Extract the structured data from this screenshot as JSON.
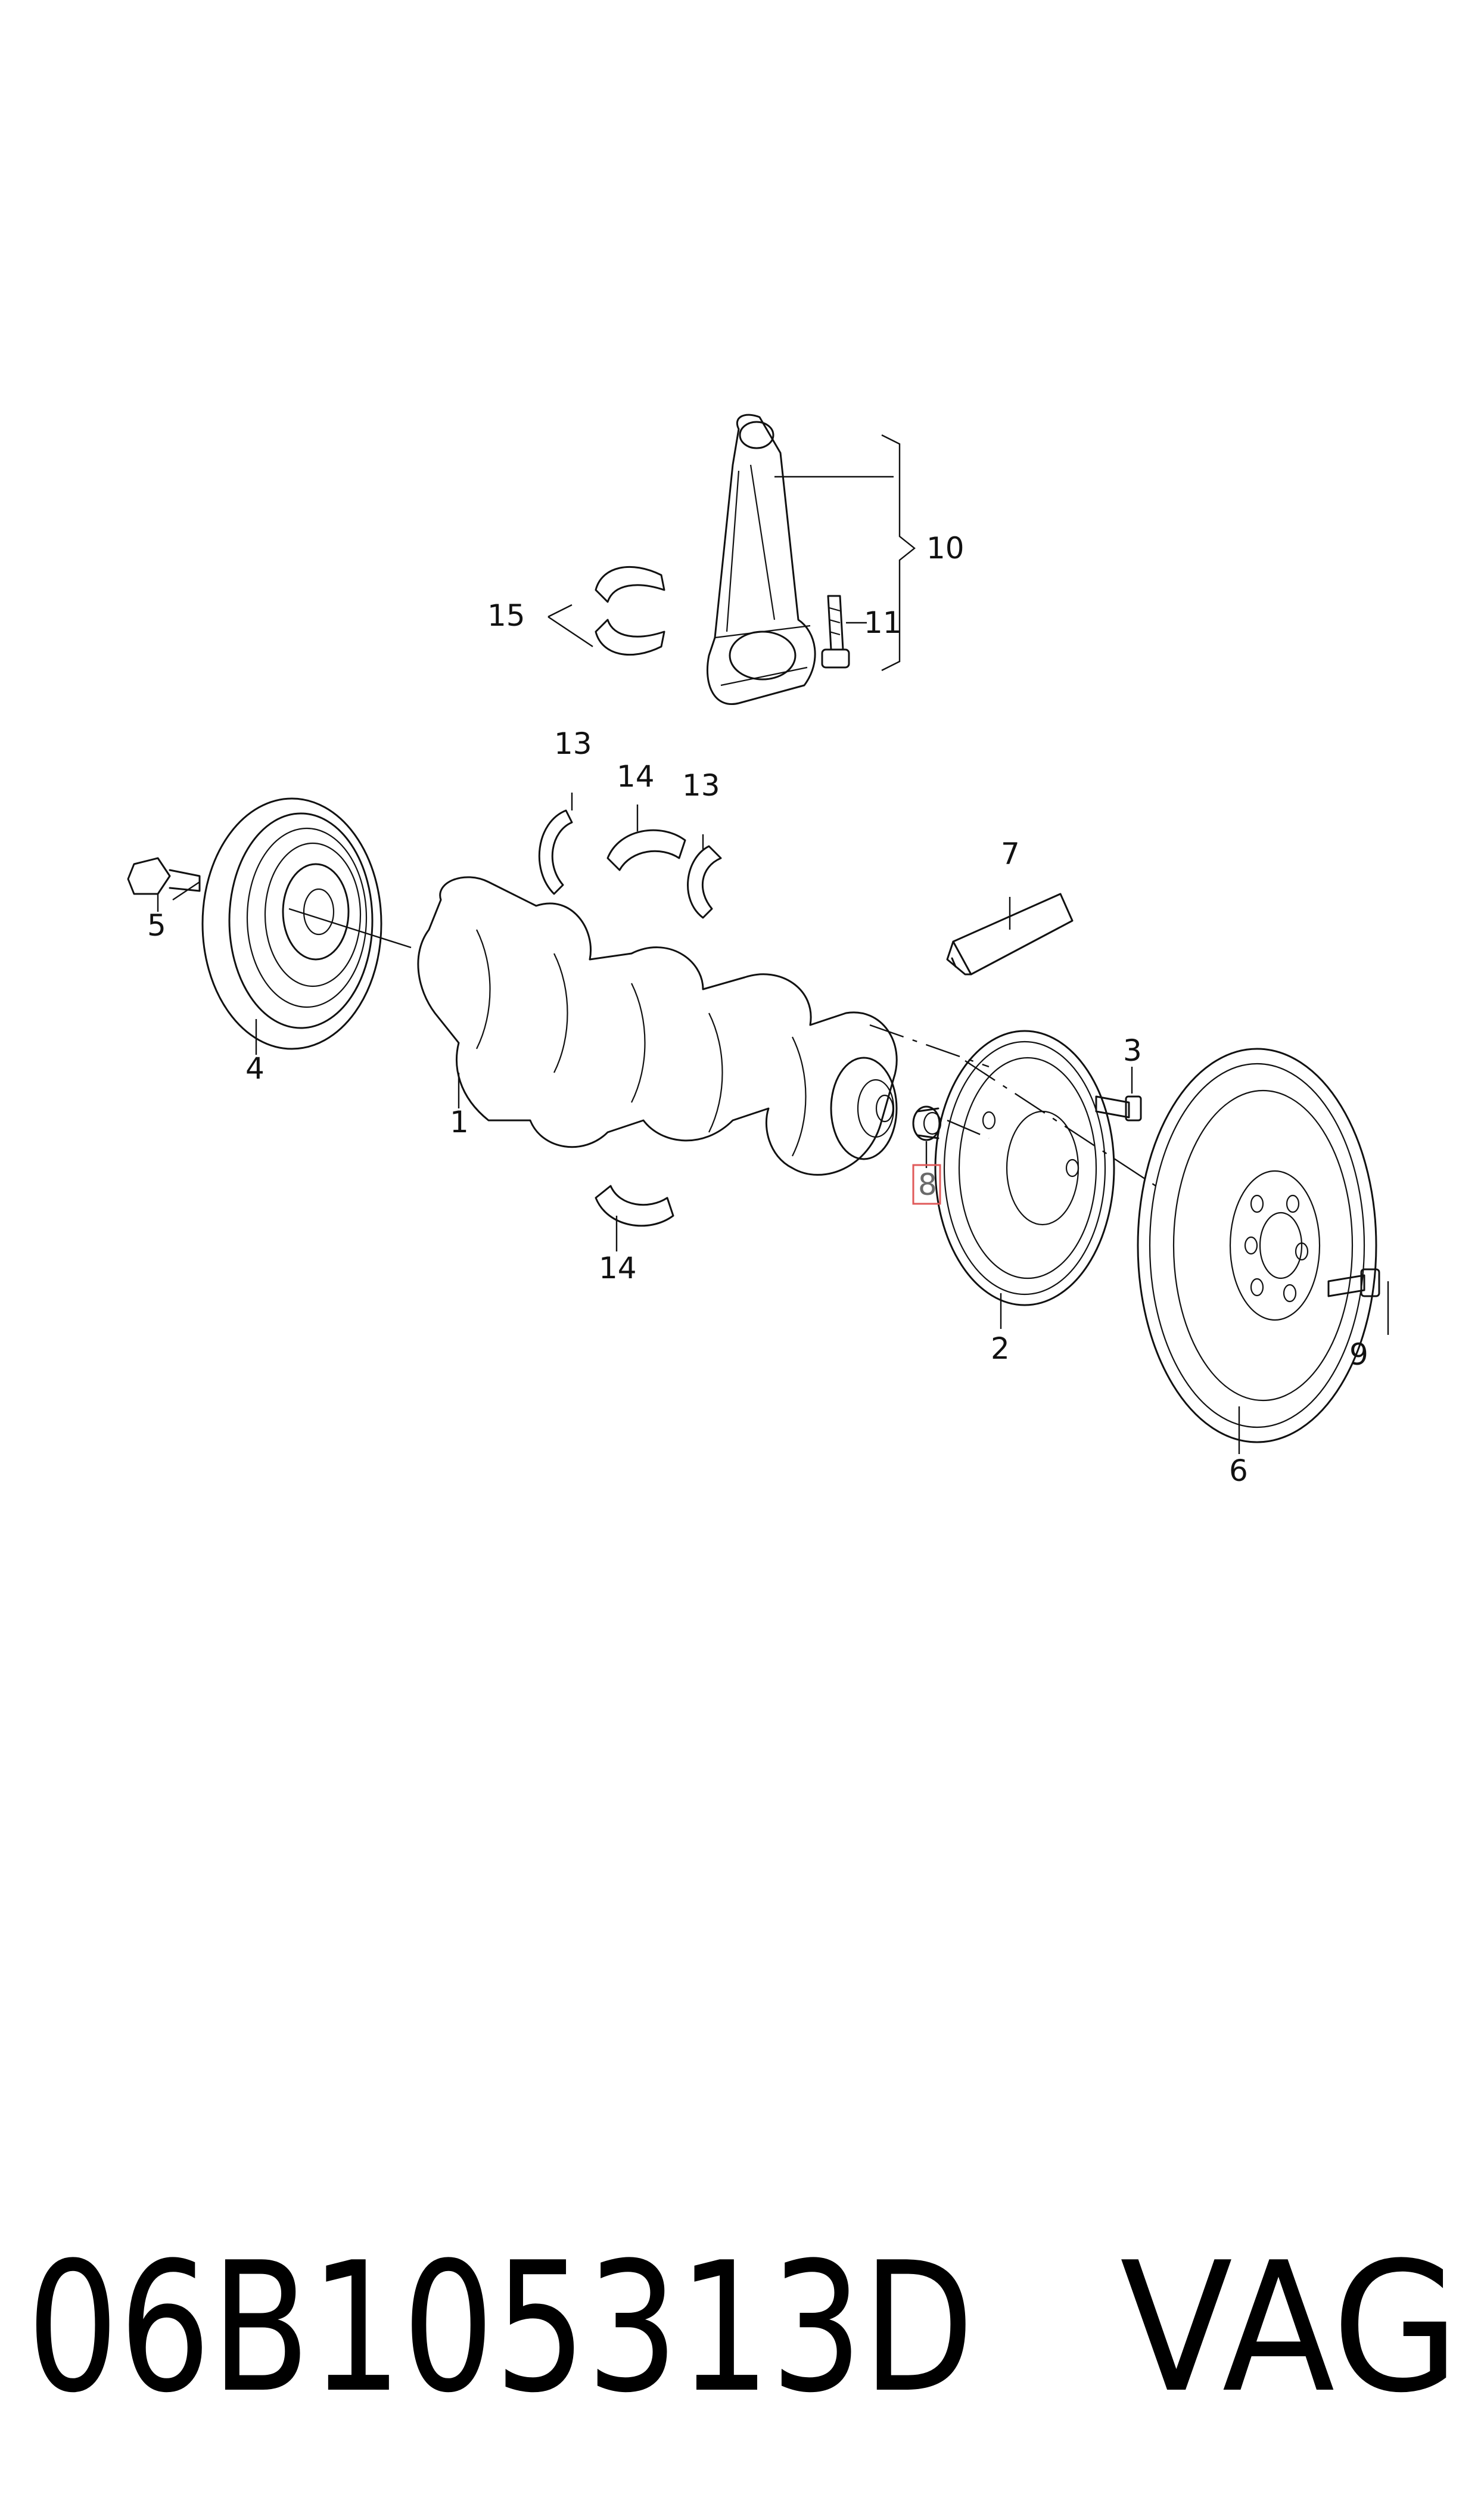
{
  "callouts": {
    "c1": "1",
    "c2": "2",
    "c3": "3",
    "c4": "4",
    "c5": "5",
    "c6": "6",
    "c7": "7",
    "c8": "8",
    "c9": "9",
    "c10": "10",
    "c11": "11",
    "c13a": "13",
    "c13b": "13",
    "c14a": "14",
    "c14b": "14",
    "c15": "15"
  },
  "highlight": {
    "part": "8",
    "color": "#e05a5a"
  },
  "footer": {
    "part_number": "06B105313D",
    "brand": "VAG"
  }
}
